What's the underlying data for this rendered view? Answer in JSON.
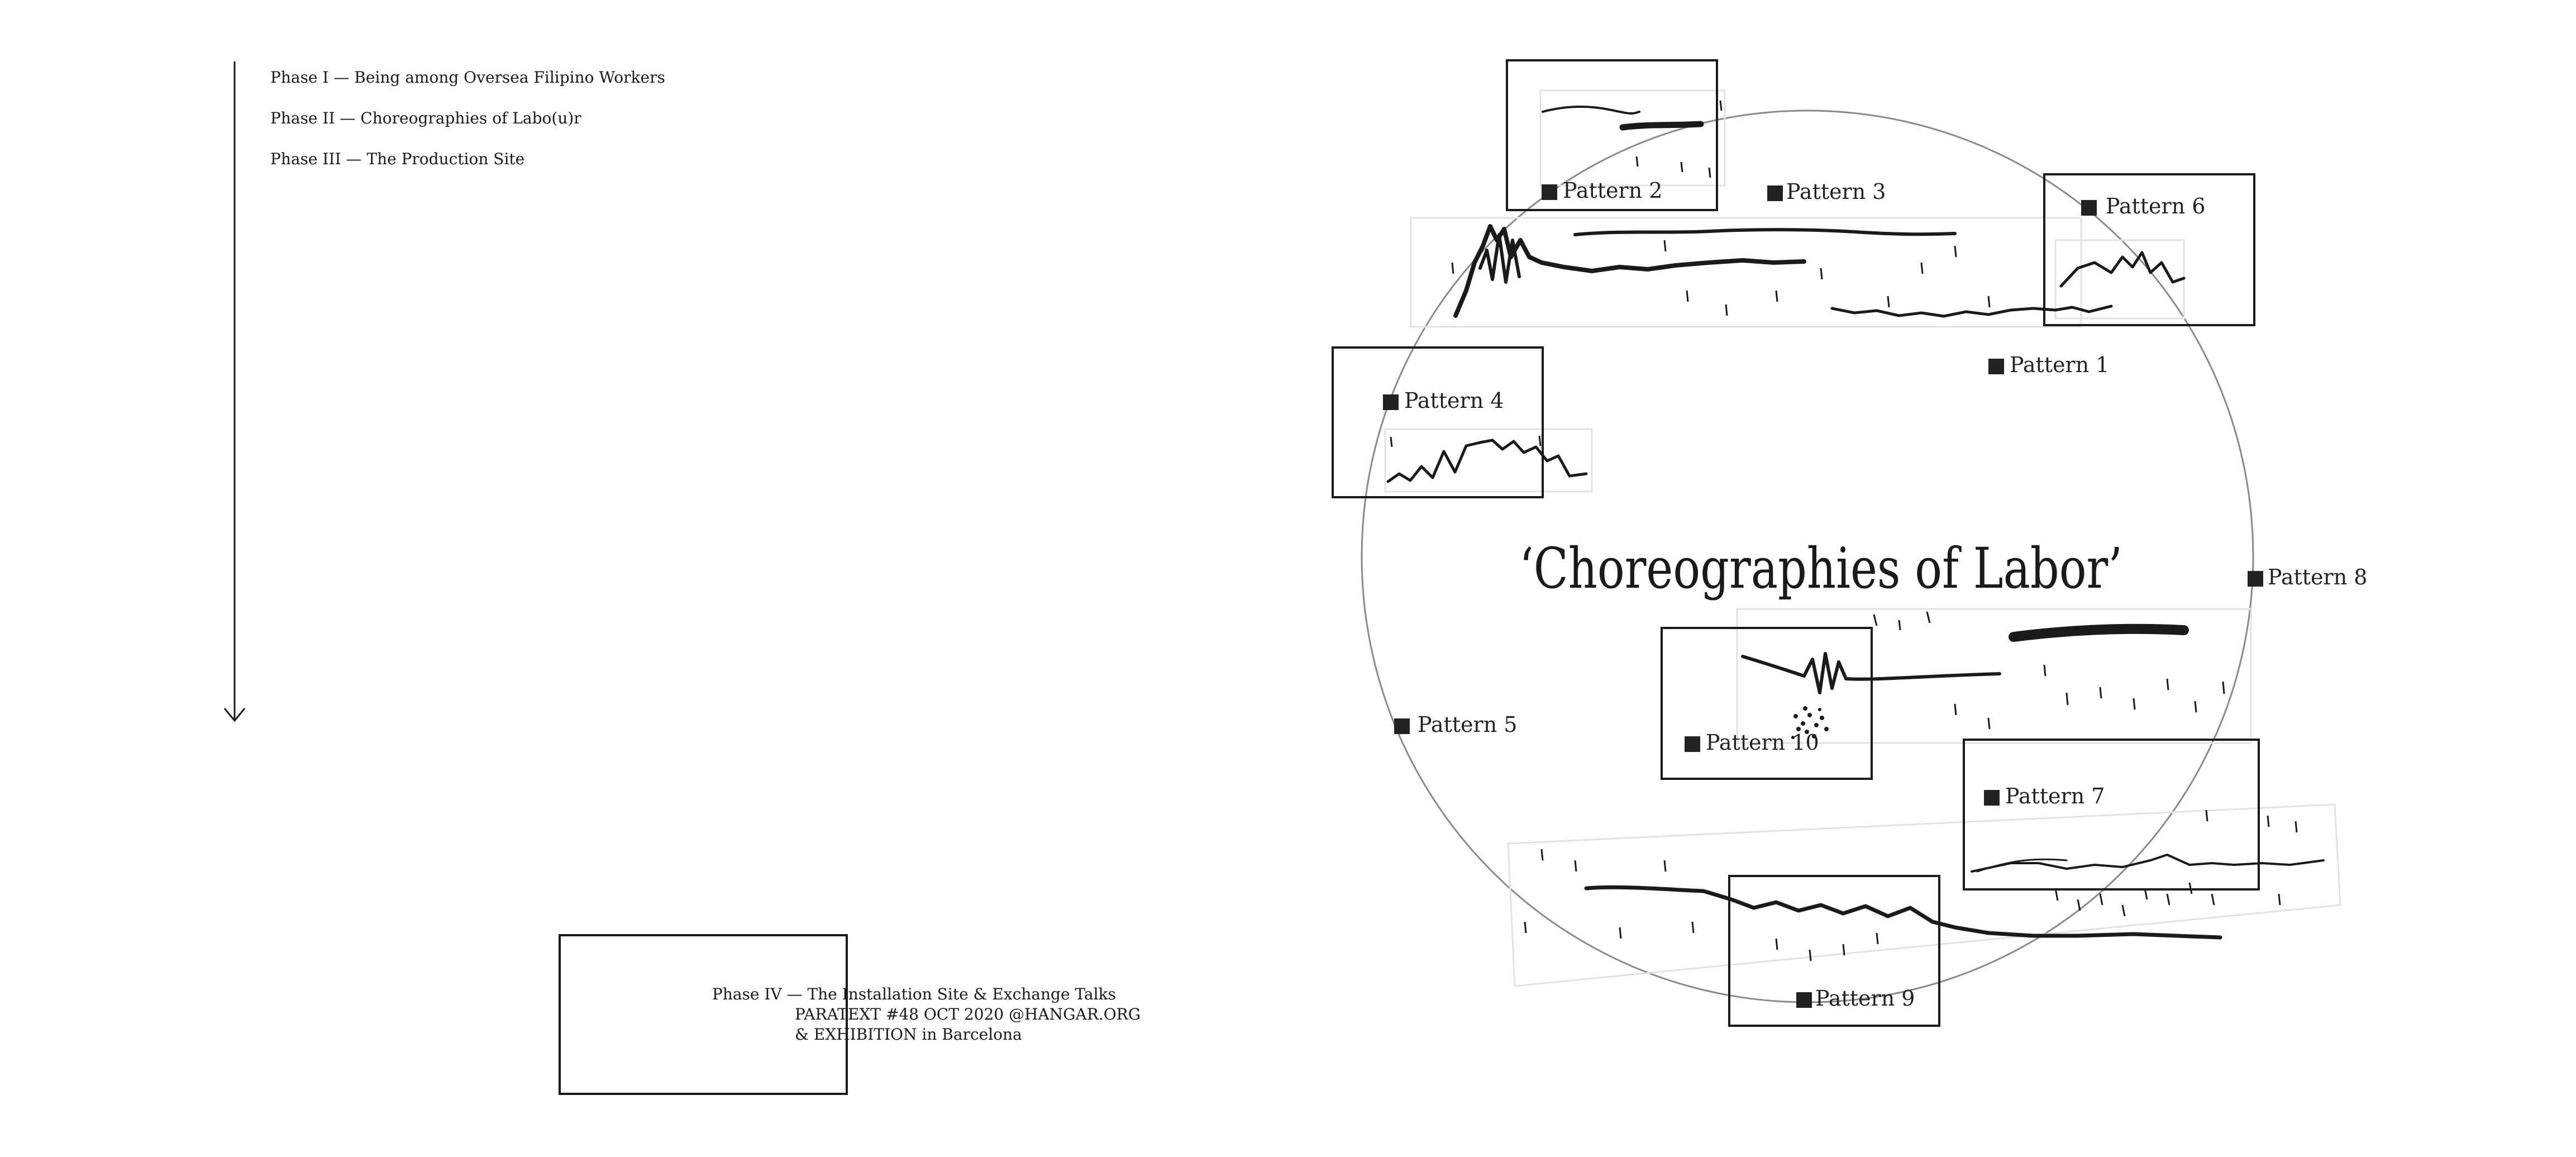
{
  "phases": {
    "phase1": "Phase I — Being among Oversea Filipino Workers",
    "phase2": "Phase II — Choreographies of Labo(u)r",
    "phase3": "Phase III — The Production Site",
    "phase4_line1": "Phase IV — The Installation Site & Exchange Talks",
    "phase4_line2": "PARATEXT #48 OCT 2020 @HANGAR.ORG",
    "phase4_line3": "& EXHIBITION in Barcelona"
  },
  "diagram": {
    "title": "‘Choreographies of Labor’",
    "patterns": [
      "Pattern 1",
      "Pattern 2",
      "Pattern 3",
      "Pattern 4",
      "Pattern 5",
      "Pattern 6",
      "Pattern 7",
      "Pattern 8",
      "Pattern 9",
      "Pattern 10"
    ]
  }
}
